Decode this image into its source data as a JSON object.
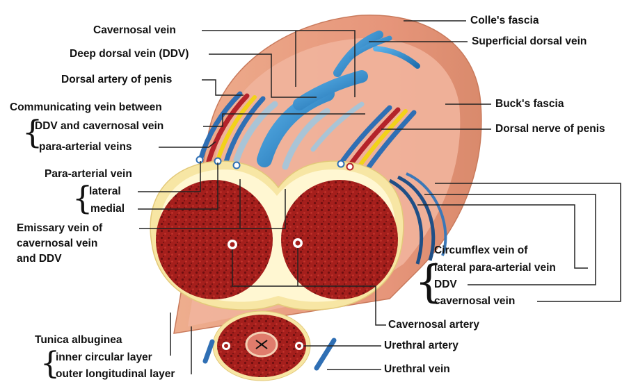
{
  "labels": {
    "cavernosal_vein_top": "Cavernosal vein",
    "deep_dorsal_vein": "Deep dorsal vein (DDV)",
    "dorsal_artery": "Dorsal artery of penis",
    "communicating_vein_line1": "Communicating vein between",
    "communicating_vein_ddv": "DDV and cavernosal vein",
    "communicating_vein_para": "para-arterial veins",
    "para_arterial_vein": "Para-arterial vein",
    "para_lateral": "lateral",
    "para_medial": "medial",
    "emissary_line1": "Emissary vein of",
    "emissary_line2": "cavernosal vein",
    "emissary_line3": "and DDV",
    "tunica": "Tunica albuginea",
    "tunica_inner": "inner circular layer",
    "tunica_outer": "outer longitudinal layer",
    "colles": "Colle's fascia",
    "superficial_dorsal": "Superficial dorsal vein",
    "bucks": "Buck's fascia",
    "dorsal_nerve": "Dorsal nerve of penis",
    "circumflex_line1": "Circumflex vein of",
    "circumflex_lateral": "lateral para-arterial vein",
    "circumflex_ddv": "DDV",
    "circumflex_cavernosal": "cavernosal vein",
    "cavernosal_artery": "Cavernosal artery",
    "urethral_artery": "Urethral artery",
    "urethral_vein": "Urethral vein"
  },
  "colors": {
    "skin_outer": "#e79a7a",
    "fascia_yellow": "#f7e6a4",
    "tunica_inner": "#fff7d2",
    "erectile_tissue": "#a51f1c",
    "vein_blue": "#2f86c8",
    "artery_red": "#b4232a",
    "nerve_yellow": "#f2d21a",
    "leader_line": "#222222"
  }
}
